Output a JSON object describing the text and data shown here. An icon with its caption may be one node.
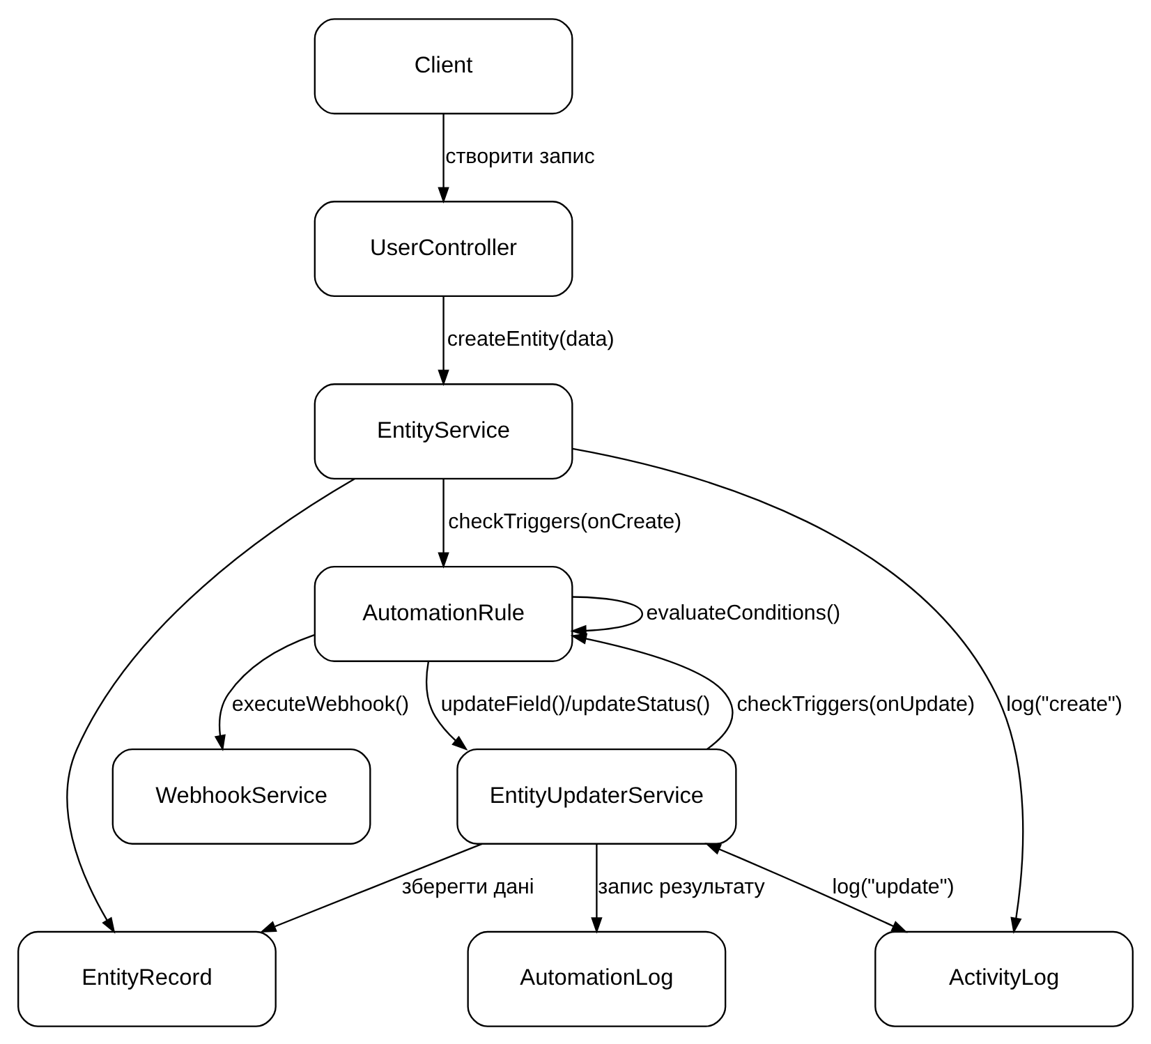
{
  "diagram": {
    "nodes": [
      {
        "text": [
          "Client"
        ]
      },
      {
        "text": [
          "UserController"
        ]
      },
      {
        "text": [
          "AutomationRule"
        ]
      },
      {
        "text": [
          "EntityUpdaterService"
        ]
      },
      {
        "text": [
          "AutomationLog"
        ]
      },
      {
        "text": [
          "ActivityLog"
        ]
      },
      {
        "text": [
          "EntityService"
        ]
      },
      {
        "text": [
          "EntityRecord"
        ]
      },
      {
        "text": [
          "WebhookService"
        ]
      }
    ],
    "edges": [
      {
        "from": 0,
        "to": 1,
        "arrow": "to",
        "label": "створити запис"
      },
      {
        "from": 1,
        "to": 6,
        "arrow": "to",
        "label": "createEntity(data)"
      },
      {
        "from": 2,
        "to": 2,
        "arrow": "to",
        "label": "evaluateConditions()"
      },
      {
        "from": 2,
        "to": 3,
        "arrow": "to",
        "label": "updateField()/updateStatus()"
      },
      {
        "from": 3,
        "to": 2,
        "arrow": "to",
        "label": "checkTriggers(onUpdate)"
      },
      {
        "from": 3,
        "to": 4,
        "arrow": "to",
        "label": "запис результату"
      },
      {
        "from": 3,
        "to": 5,
        "arrow": "both",
        "label": "log(\"update\")"
      },
      {
        "from": 6,
        "to": 2,
        "arrow": "to",
        "label": "checkTriggers(onCreate)"
      },
      {
        "from": 6,
        "to": 5,
        "arrow": "to",
        "label": "log(\"create\")"
      },
      {
        "from": 6,
        "to": 7,
        "arrow": "to"
      },
      {
        "from": 3,
        "to": 7,
        "arrow": "to",
        "label": "зберегти дані"
      },
      {
        "from": 2,
        "to": 8,
        "arrow": "to",
        "label": "executeWebhook()"
      }
    ]
  }
}
